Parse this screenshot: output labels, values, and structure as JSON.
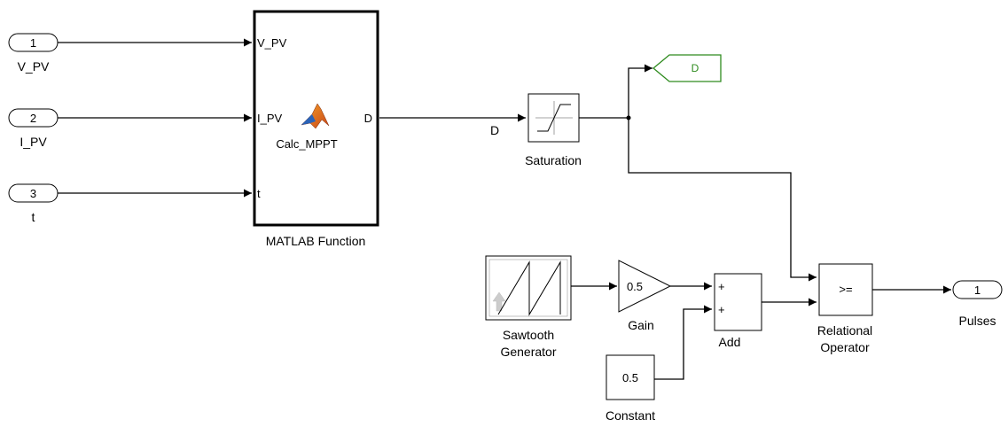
{
  "inports": [
    {
      "number": "1",
      "label": "V_PV"
    },
    {
      "number": "2",
      "label": "I_PV"
    },
    {
      "number": "3",
      "label": "t"
    }
  ],
  "matlab_function": {
    "name": "MATLAB Function",
    "function_name": "Calc_MPPT",
    "input_ports": [
      "V_PV",
      "I_PV",
      "t"
    ],
    "output_port": "D"
  },
  "signal_label": "D",
  "saturation": {
    "label": "Saturation"
  },
  "goto_tag": {
    "tag": "D",
    "color": "#2e8b1e"
  },
  "sawtooth": {
    "label_line1": "Sawtooth",
    "label_line2": "Generator"
  },
  "gain": {
    "value": "0.5",
    "label": "Gain"
  },
  "constant": {
    "value": "0.5",
    "label": "Constant"
  },
  "add": {
    "label": "Add",
    "signs": [
      "+",
      "+"
    ]
  },
  "relational_operator": {
    "operator": ">=",
    "label_line1": "Relational",
    "label_line2": "Operator"
  },
  "outport": {
    "number": "1",
    "label": "Pulses"
  }
}
